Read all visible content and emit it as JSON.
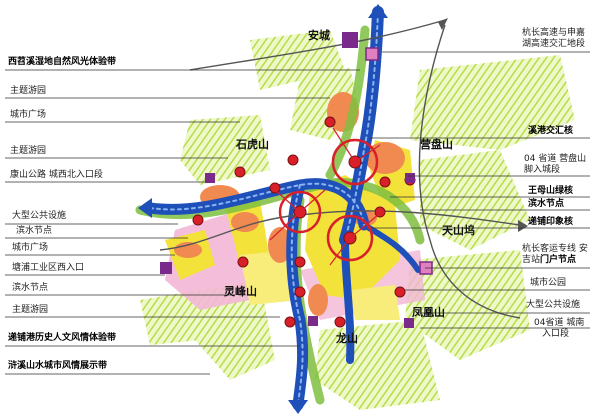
{
  "left_labels": [
    {
      "id": "l1",
      "text": "西苕溪湿地自然风光体验带",
      "bold": true
    },
    {
      "id": "l2",
      "text": "主题游园",
      "bold": false
    },
    {
      "id": "l3",
      "text": "城市广场",
      "bold": false
    },
    {
      "id": "l4",
      "text": "主题游园",
      "bold": false
    },
    {
      "id": "l5",
      "text": "康山公路 城西北入口段",
      "bold": false
    },
    {
      "id": "l6",
      "text": "大型公共设施",
      "bold": false
    },
    {
      "id": "l7",
      "text": "滨水节点",
      "bold": false
    },
    {
      "id": "l8",
      "text": "城市广场",
      "bold": false
    },
    {
      "id": "l9",
      "text": "塘浦工业区西入口",
      "bold": false
    },
    {
      "id": "l10",
      "text": "滨水节点",
      "bold": false
    },
    {
      "id": "l11",
      "text": "主题游园",
      "bold": false
    },
    {
      "id": "l12",
      "text": "递铺港历史人文风情体验带",
      "bold": true
    },
    {
      "id": "l13",
      "text": "浒溪山水城市风情展示带",
      "bold": true
    }
  ],
  "right_labels": [
    {
      "id": "r1",
      "line1": "杭长高速与申嘉",
      "line2": "湖高速交汇地段",
      "bold": false
    },
    {
      "id": "r2",
      "line1": "溪港交汇核",
      "line2": "",
      "bold": true
    },
    {
      "id": "r3",
      "line1": "04 省道 营盘山",
      "line2": "脚入城段",
      "bold": false
    },
    {
      "id": "r4",
      "line1": "王母山绿核",
      "line2": "",
      "bold": true
    },
    {
      "id": "r5",
      "line1": "滨水节点",
      "line2": "",
      "bold": true
    },
    {
      "id": "r6",
      "line1": "递铺印象核",
      "line2": "",
      "bold": true
    },
    {
      "id": "r7",
      "line1": "杭长客运专线 安",
      "line2": "吉站",
      "line2_bold": "门户节点",
      "bold": false
    },
    {
      "id": "r8",
      "line1": "城市公园",
      "line2": "",
      "bold": false
    },
    {
      "id": "r9",
      "line1": "大型公共设施",
      "line2": "",
      "bold": false
    },
    {
      "id": "r10",
      "line1": "04省道 城南",
      "line2": "入口段",
      "bold": false
    }
  ],
  "places": {
    "anjing": "安城",
    "shihushan": "石虎山",
    "yingpanshan": "营盘山",
    "tianshanwu": "天山坞",
    "lingfengshan": "灵峰山",
    "fenghuangshan": "凤凰山",
    "longshan": "龙山"
  },
  "colors": {
    "river_blue": "#1f4fb8",
    "green_belt": "#7fbf3f",
    "yellow_dev": "#f3e23a",
    "orange_core": "#f08a50",
    "pink_zone": "#f3b7d6",
    "node_red": "#d9202a",
    "hill_green": "#c9e86a",
    "purple_marker": "#7a2a8a"
  }
}
